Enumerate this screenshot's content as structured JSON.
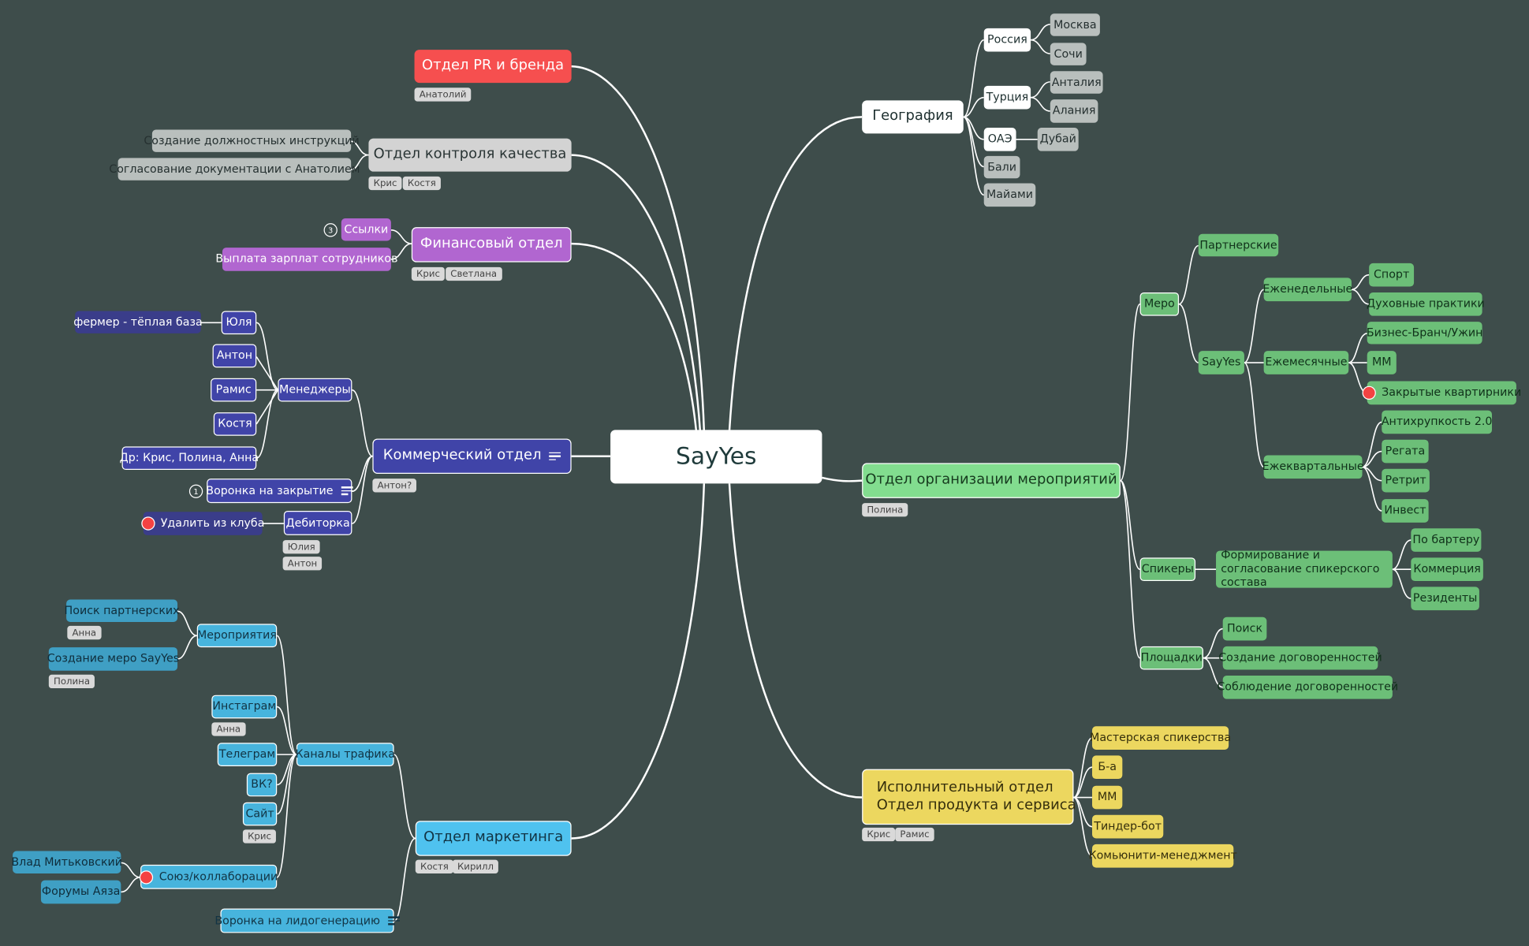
{
  "root": {
    "label": "SayYes"
  },
  "branches": {
    "pr": {
      "label": "Отдел PR и бренда",
      "tags": [
        "Анатолий"
      ]
    },
    "qc": {
      "label": "Отдел контроля качества",
      "tags": [
        "Крис",
        "Костя"
      ],
      "children": [
        "Создание должностных инструкций",
        "Согласование документации с Анатолием"
      ]
    },
    "fin": {
      "label": "Финансовый отдел",
      "tags": [
        "Крис",
        "Светлана"
      ],
      "children": [
        "Ссылки",
        "Выплата зарплат сотрудников"
      ],
      "links_count": "3"
    },
    "com": {
      "label": "Коммерческий отдел",
      "tags": [
        "Антон?"
      ],
      "managers": {
        "label": "Менеджеры",
        "items": [
          "Юля",
          "Антон",
          "Рамис",
          "Костя",
          "Др: Крис, Полина, Анна"
        ],
        "yulya_note": "фермер - тёплая база"
      },
      "funnel": {
        "label": "Воронка на закрытие",
        "badge": "1"
      },
      "debt": {
        "label": "Дебиторка",
        "child": "Удалить из клуба",
        "tags": [
          "Юлия",
          "Антон"
        ]
      }
    },
    "mkt": {
      "label": "Отдел маркетинга",
      "tags": [
        "Костя",
        "Кирилл"
      ],
      "events": {
        "label": "Мероприятия",
        "items": [
          "Поиск партнерских",
          "Создание меро SayYes"
        ],
        "tags": [
          "Анна",
          "Полина"
        ]
      },
      "channels": {
        "label": "Каналы трафика",
        "items": [
          "Инстаграм",
          "Телеграм",
          "ВК?",
          "Сайт"
        ],
        "tags": [
          "Анна",
          "Крис"
        ]
      },
      "union": {
        "label": "Союз/коллаборации",
        "items": [
          "Влад Митьковский",
          "Форумы Аяза"
        ]
      },
      "leadgen": {
        "label": "Воронка на лидогенерацию"
      }
    },
    "geo": {
      "label": "География",
      "items": [
        {
          "label": "Россия",
          "children": [
            "Москва",
            "Сочи"
          ]
        },
        {
          "label": "Турция",
          "children": [
            "Анталия",
            "Алания"
          ]
        },
        {
          "label": "ОАЭ",
          "children": [
            "Дубай"
          ]
        },
        {
          "label": "Бали"
        },
        {
          "label": "Майами"
        }
      ]
    },
    "events": {
      "label": "Отдел организации мероприятий",
      "tags": [
        "Полина"
      ],
      "mero": {
        "label": "Меро",
        "partner": "Партнерские",
        "sayyes": "SayYes",
        "weekly": {
          "label": "Еженедельные",
          "items": [
            "Спорт",
            "Духовные практики"
          ]
        },
        "monthly": {
          "label": "Ежемесячные",
          "items": [
            "Бизнес-Бранч/Ужин",
            "ММ",
            "Закрытые квартирники"
          ]
        },
        "quarterly": {
          "label": "Ежеквартальные",
          "items": [
            "Антихрупкость 2.0",
            "Регата",
            "Ретрит",
            "Инвест"
          ]
        }
      },
      "speakers": {
        "label": "Спикеры",
        "formation": "Формирование и согласование спикерского состава",
        "items": [
          "По бартеру",
          "Коммерция",
          "Резиденты"
        ]
      },
      "venues": {
        "label": "Площадки",
        "items": [
          "Поиск",
          "Создание договоренностей",
          "Соблюдение договоренностей"
        ]
      }
    },
    "exec": {
      "label1": "Исполнительный отдел",
      "label2": "Отдел продукта и сервиса",
      "tags": [
        "Крис",
        "Рамис"
      ],
      "items": [
        "Мастерская спикерства",
        "Б-а",
        "ММ",
        "Тиндер-бот",
        "Комьюнити-менеджмент"
      ]
    }
  },
  "colors": {
    "background": "#3e4d4b",
    "pr": "#f64f4f",
    "qc": "#d3d3d3",
    "fin": "#b166d0",
    "com": "#4044a8",
    "mkt": "#4fc2ef",
    "geo": "#ffffff",
    "events": "#82dd8f",
    "exec": "#ecd75f"
  }
}
